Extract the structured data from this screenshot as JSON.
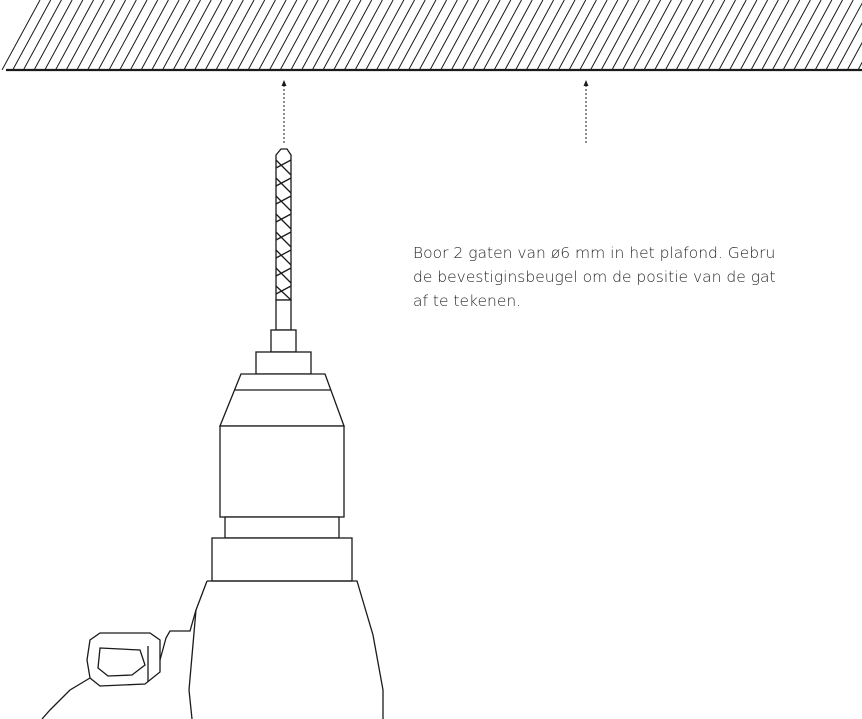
{
  "instruction": {
    "line1": "Boor 2 gaten van ø6 mm in het plafond. Gebru",
    "line2": "de bevestiginsbeugel om de positie van de gat",
    "line3": "af te tekenen."
  },
  "icons": {
    "drill": "drill-icon",
    "drill_bit": "drill-bit-icon",
    "arrow": "arrow-up-icon"
  },
  "colors": {
    "line": "#1a1a1a",
    "text": "#2a2a2a",
    "background": "#ffffff"
  }
}
